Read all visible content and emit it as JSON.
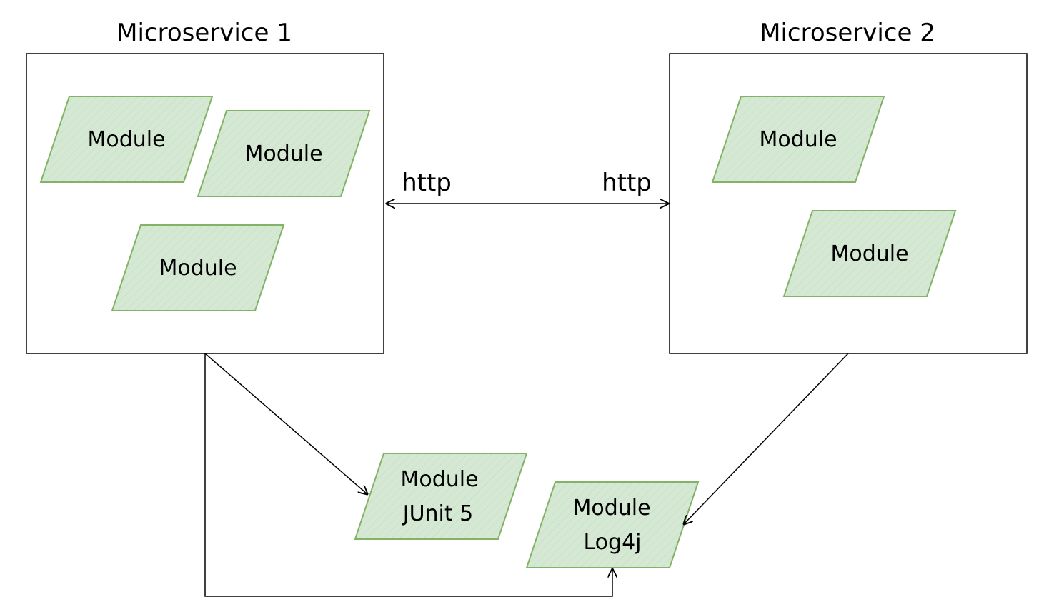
{
  "diagram": {
    "microservice_1": {
      "title": "Microservice 1",
      "modules": [
        {
          "lines": [
            "Module"
          ]
        },
        {
          "lines": [
            "Module"
          ]
        },
        {
          "lines": [
            "Module"
          ]
        }
      ]
    },
    "microservice_2": {
      "title": "Microservice 2",
      "modules": [
        {
          "lines": [
            "Module"
          ]
        },
        {
          "lines": [
            "Module"
          ]
        }
      ]
    },
    "http_left": "http",
    "http_right": "http",
    "shared_modules": [
      {
        "lines": [
          "Module",
          "JUnit 5"
        ]
      },
      {
        "lines": [
          "Module",
          "Log4j"
        ]
      }
    ],
    "colors": {
      "module_fill": "#d5e8d4",
      "module_stroke": "#82b366",
      "line": "#000000"
    }
  }
}
